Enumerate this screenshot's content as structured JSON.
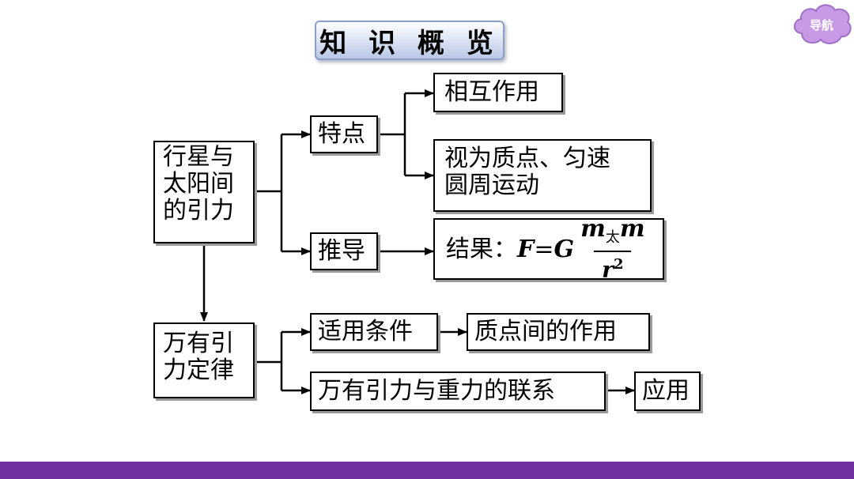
{
  "title": "知 识 概 览",
  "nav": {
    "label": "导航"
  },
  "colors": {
    "bar": "#7030a0",
    "nav_badge": "#c89ae6"
  },
  "nodes": {
    "gravitation": "行星与\n太阳间\n的引力",
    "features": "特点",
    "mutual": "相互作用",
    "uniform": "视为质点、匀速\n圆周运动",
    "derive": "推导",
    "result_label": "结果：",
    "formula": {
      "F": "F",
      "eq": "=",
      "G": "G",
      "num_m": "m",
      "num_sub": "太",
      "num_m2": "m",
      "den_r": "r",
      "den_exp": "2"
    },
    "law": "万有引\n力定律",
    "conditions": "适用条件",
    "point_mass": "质点间的作用",
    "relation": "万有引力与重力的联系",
    "application": "应用"
  }
}
